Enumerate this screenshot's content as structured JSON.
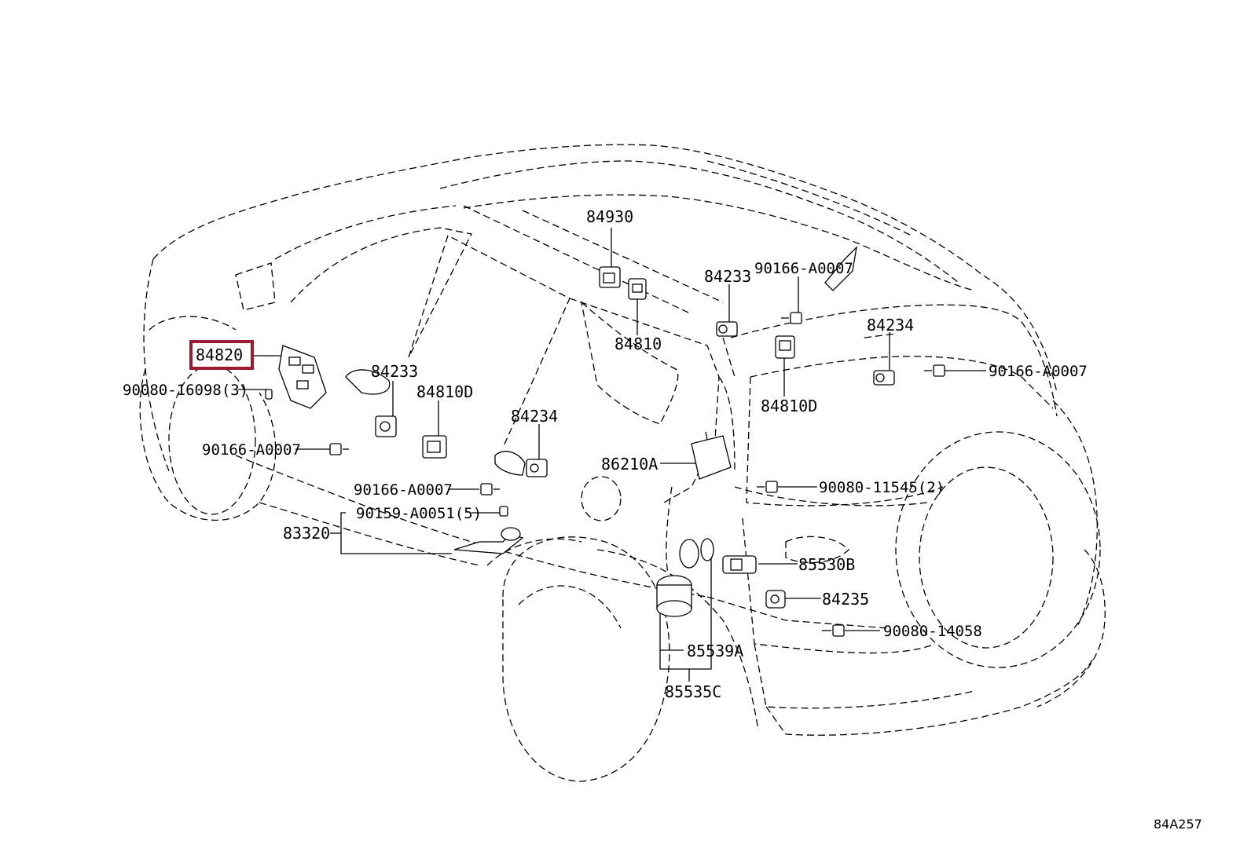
{
  "diagram": {
    "highlight_color": "#9b1b30",
    "highlighted_part": "84820",
    "reference_code": "84A257",
    "labels": {
      "p84930": "84930",
      "p84233_top": "84233",
      "p90166_a": "90166-A0007",
      "p84234_right": "84234",
      "p90166_b": "90166-A0007",
      "p84810": "84810",
      "p84820": "84820",
      "p90080_16098": "90080-16098(3)",
      "p84233_left": "84233",
      "p84810D_left": "84810D",
      "p84810D_right": "84810D",
      "p84234_mid": "84234",
      "p90166_c": "90166-A0007",
      "p86210A": "86210A",
      "p90166_d": "90166-A0007",
      "p90080_11545": "90080-11545(2)",
      "p90159": "90159-A0051(5)",
      "p83320": "83320",
      "p85530B": "85530B",
      "p84235": "84235",
      "p90080_14058": "90080-14058",
      "p85539A": "85539A",
      "p85535C": "85535C"
    }
  }
}
